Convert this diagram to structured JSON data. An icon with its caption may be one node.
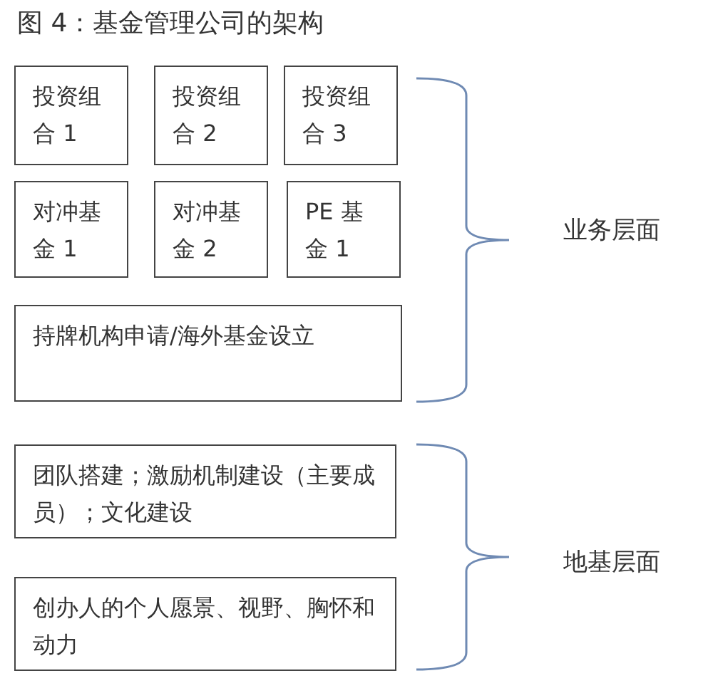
{
  "diagram": {
    "title": "图 4：基金管理公司的架构",
    "nodes": [
      {
        "text": [
          "投资组合 1"
        ]
      },
      {
        "text": [
          "投资组合 2"
        ]
      },
      {
        "text": [
          "投资组合 3"
        ]
      },
      {
        "text": [
          "对冲基金 1"
        ]
      },
      {
        "text": [
          "对冲基金 2"
        ]
      },
      {
        "text": [
          "PE 基金 1"
        ]
      },
      {
        "text": [
          "持牌机构申请/海外基金设立"
        ]
      },
      {
        "text": [
          "团队搭建；激励机制建设（主要成员）；文化建设"
        ]
      },
      {
        "text": [
          "创办人的个人愿景、视野、胸怀和动力"
        ]
      }
    ],
    "edges": [],
    "labels": [
      "业务层面",
      "地基层面"
    ]
  }
}
